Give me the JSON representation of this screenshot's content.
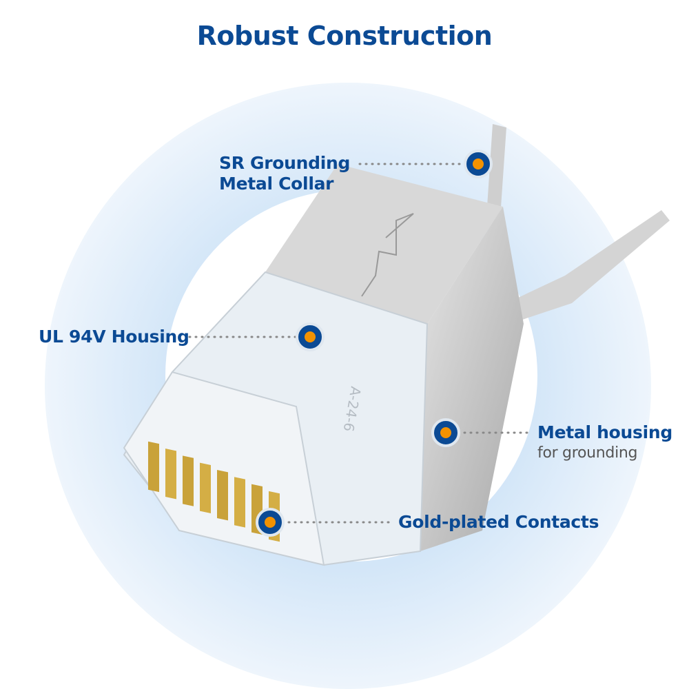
{
  "title": "Robust Construction",
  "callouts": {
    "collar": {
      "line1": "SR Grounding",
      "line2": "Metal Collar"
    },
    "housing": {
      "label": "UL 94V Housing"
    },
    "metal": {
      "label": "Metal housing",
      "sub": "for grounding"
    },
    "contacts": {
      "label": "Gold-plated Contacts"
    }
  },
  "connector_marking": "A-24-6",
  "colors": {
    "brand": "#0b4a94",
    "dot": "#f39200",
    "ring": "#dcebfa"
  }
}
